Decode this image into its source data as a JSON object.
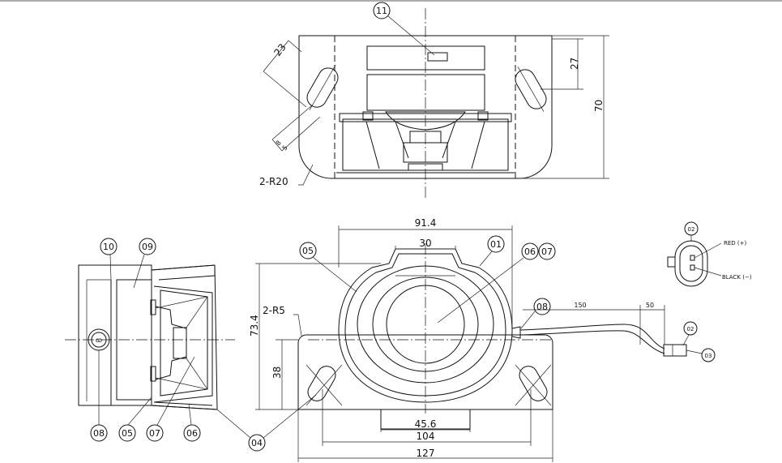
{
  "top_view": {
    "part_label": "11",
    "dim_slot_length": "23",
    "dim_slot_width": "5",
    "dim_slot_width_2": "8",
    "dim_slot_offset": "27",
    "dim_height": "70",
    "radius_note": "2-R20"
  },
  "front_view": {
    "dim_width": "91.4",
    "dim_top_tab": "30",
    "dim_height": "73.4",
    "dim_slot_height": "38",
    "radius_note": "2-R5",
    "dim_bottom_tab": "45.6",
    "dim_hole_spacing": "104",
    "dim_base_width": "127",
    "cable_length": "150",
    "connector_length": "50"
  },
  "part_labels": {
    "p01": "01",
    "p02": "02",
    "p03": "03",
    "p04": "04",
    "p05": "05",
    "p06": "06",
    "p07": "07",
    "p0607": "0607",
    "p08": "08",
    "p09": "09",
    "p10": "10"
  },
  "connector_detail": {
    "label": "02",
    "red_wire": "RED (+)",
    "black_wire": "BLACK (−)"
  }
}
